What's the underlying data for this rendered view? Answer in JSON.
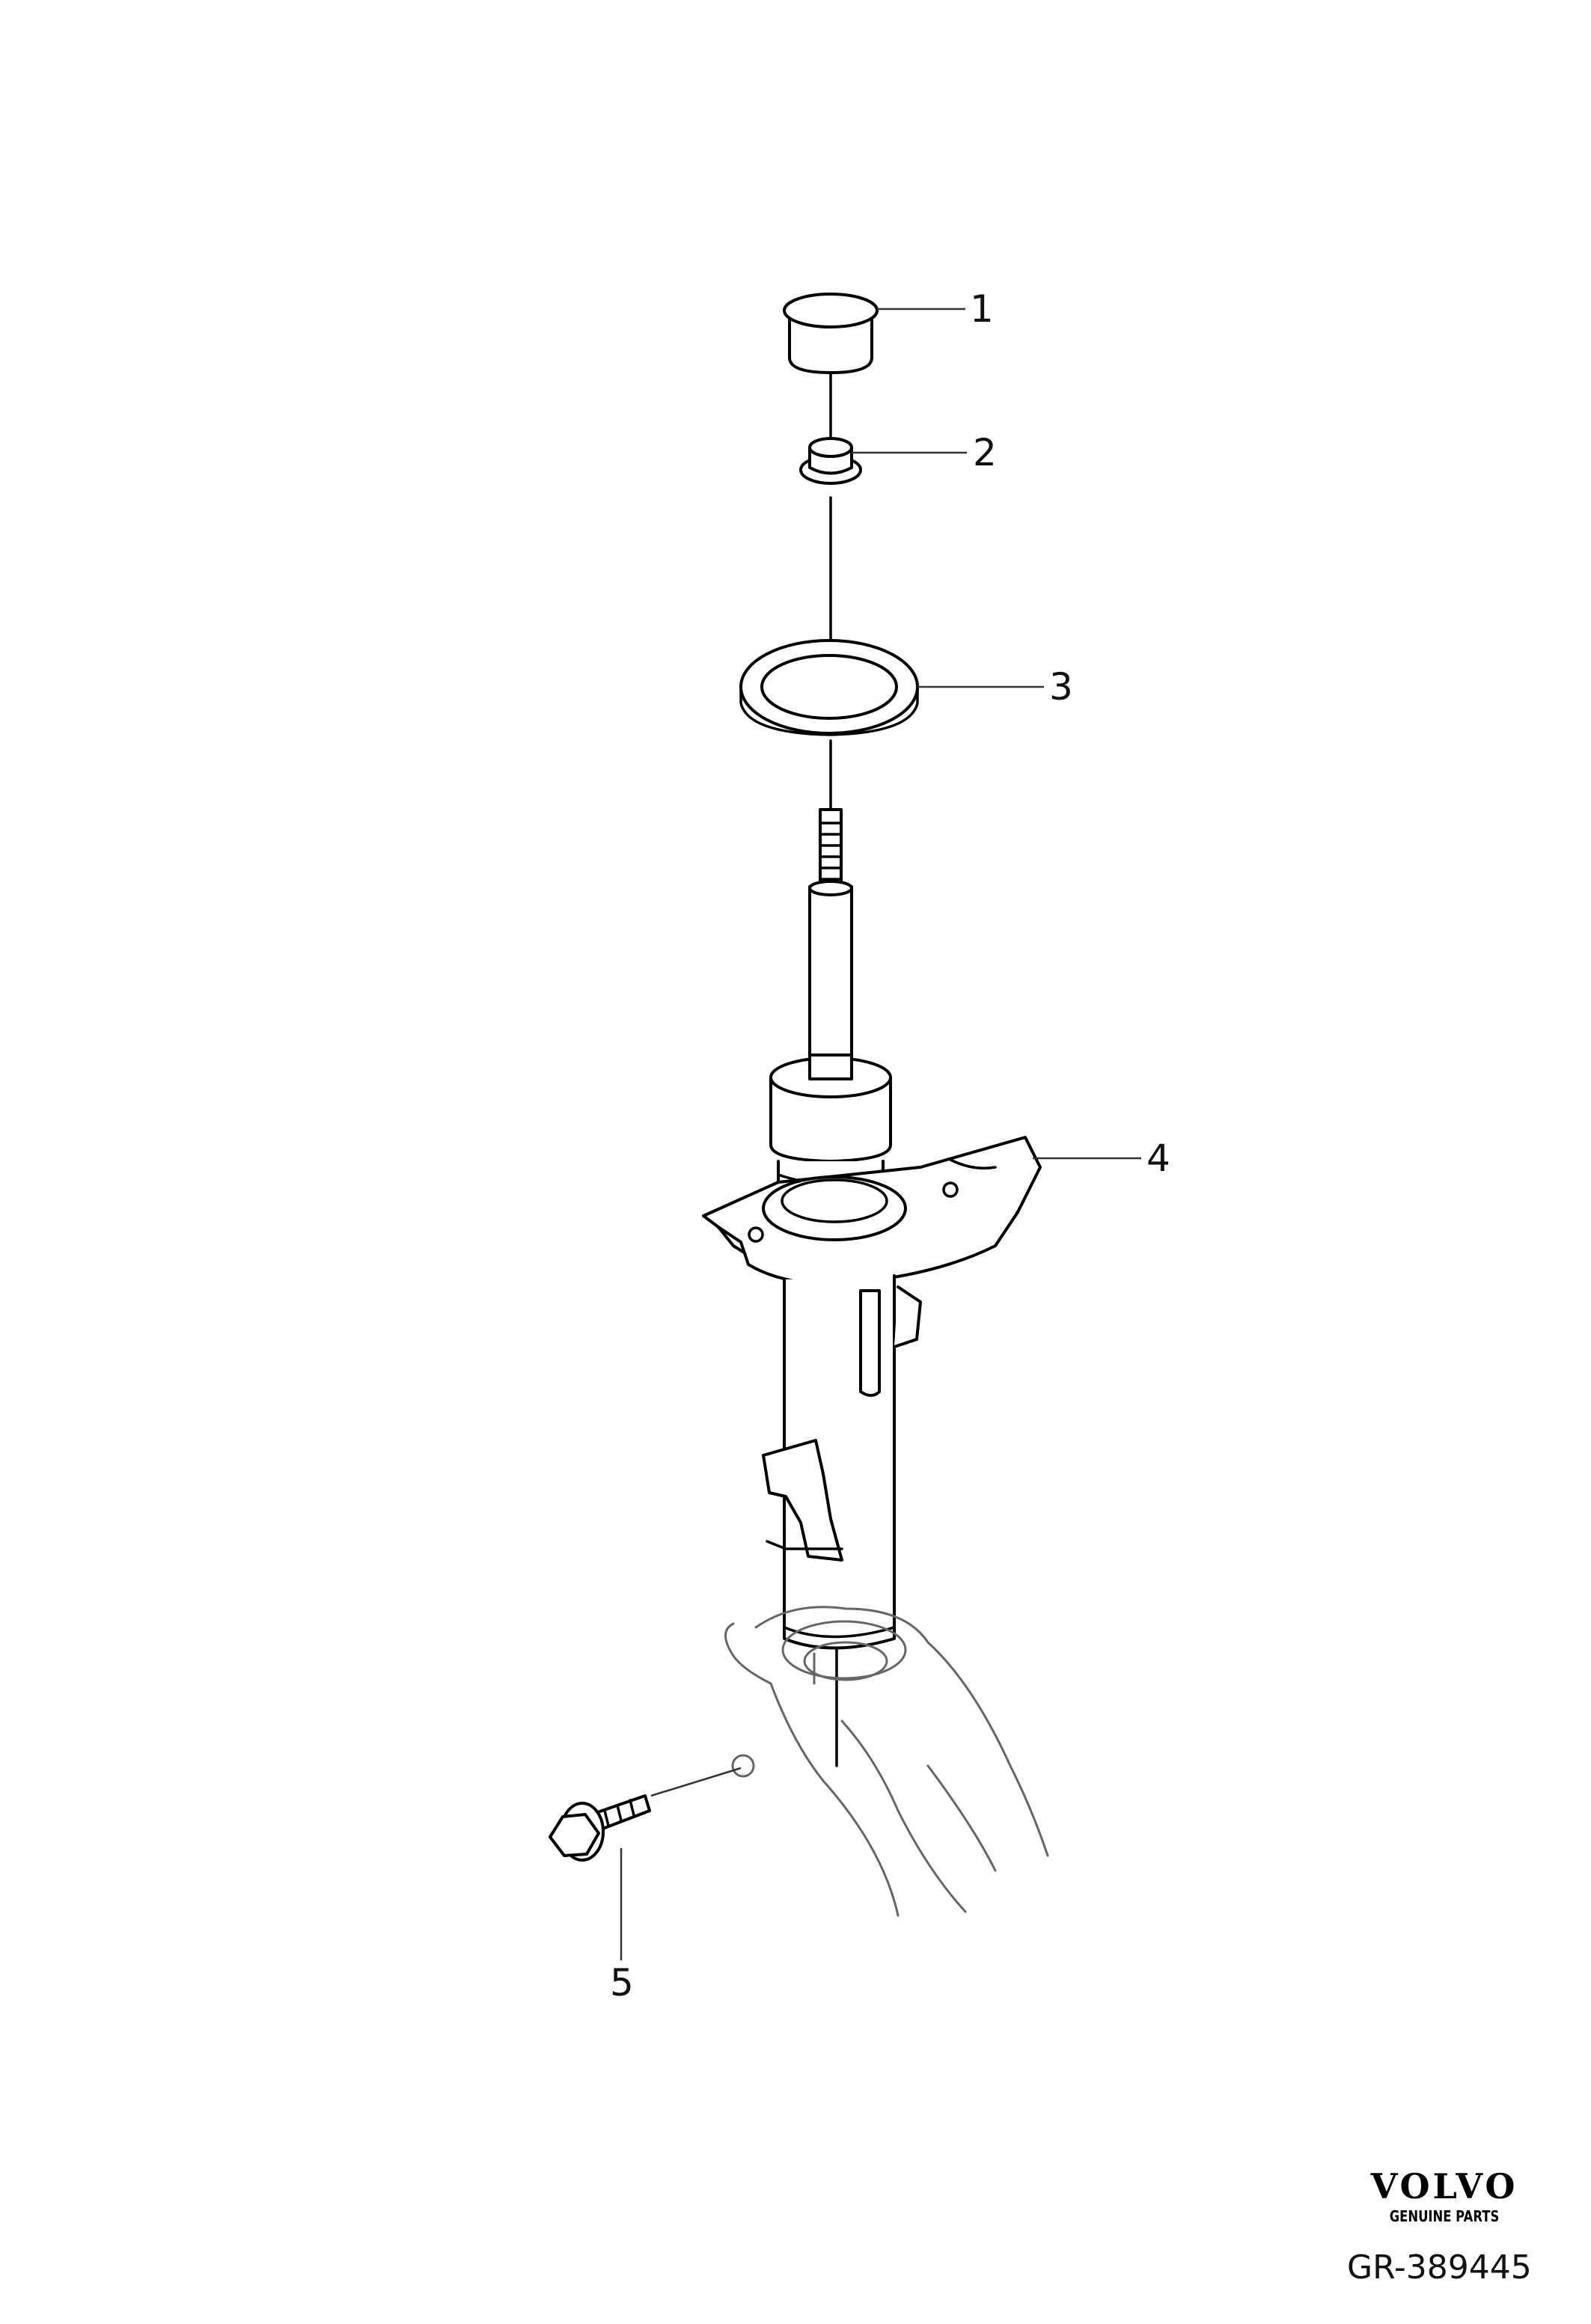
{
  "diagram": {
    "callouts": [
      {
        "label": "1"
      },
      {
        "label": "2"
      },
      {
        "label": "3"
      },
      {
        "label": "4"
      },
      {
        "label": "5"
      }
    ]
  },
  "branding": {
    "logo_text": "VOLVO",
    "logo_sub": "GENUINE PARTS",
    "reference": "GR-389445"
  }
}
